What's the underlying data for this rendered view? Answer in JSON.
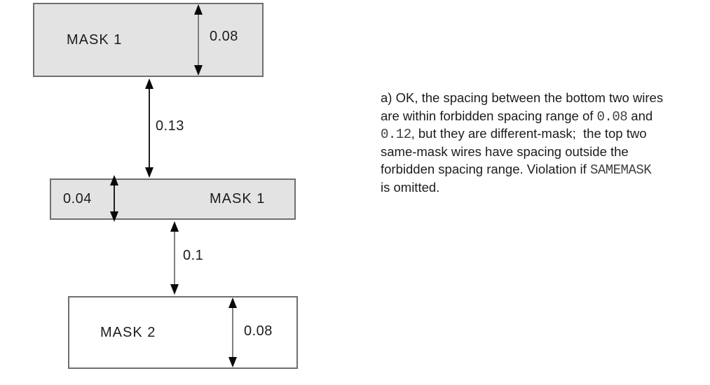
{
  "figure": {
    "wires": [
      {
        "label": "MASK 1",
        "width_value": "0.08",
        "fill": "#e3e3e3"
      },
      {
        "label": "MASK 1",
        "width_value": "0.04",
        "fill": "#e3e3e3"
      },
      {
        "label": "MASK 2",
        "width_value": "0.08",
        "fill": "#ffffff"
      }
    ],
    "spacings": [
      {
        "value": "0.13",
        "between": "top wire and middle wire"
      },
      {
        "value": "0.1",
        "between": "middle wire and bottom wire"
      }
    ],
    "colors": {
      "wire_fill": "#e3e3e3",
      "wire_border": "#6f6f6f",
      "mask2_fill": "#ffffff",
      "arrow_head": "#0a0a0a",
      "arrow_shaft_gray": "#7f7f7f",
      "arrow_shaft_dark": "#1f1f1f",
      "text": "#1c1c1c",
      "mono_text": "#3f3f3f"
    }
  },
  "annotation": {
    "lines": [
      {
        "segments": [
          {
            "text": "a) OK, the spacing between the bottom two wires",
            "mono": false
          }
        ]
      },
      {
        "segments": [
          {
            "text": "are within forbidden spacing range of ",
            "mono": false
          },
          {
            "text": "0.08",
            "mono": true
          },
          {
            "text": " and",
            "mono": false
          }
        ]
      },
      {
        "segments": [
          {
            "text": "0.12",
            "mono": true
          },
          {
            "text": ", but they are different-mask;  the top two",
            "mono": false
          }
        ]
      },
      {
        "segments": [
          {
            "text": "same-mask wires have spacing outside the",
            "mono": false
          }
        ]
      },
      {
        "segments": [
          {
            "text": "forbidden spacing range. Violation if ",
            "mono": false
          },
          {
            "text": "SAMEMASK",
            "mono": true
          }
        ]
      },
      {
        "segments": [
          {
            "text": "is omitted.",
            "mono": false
          }
        ]
      }
    ]
  }
}
